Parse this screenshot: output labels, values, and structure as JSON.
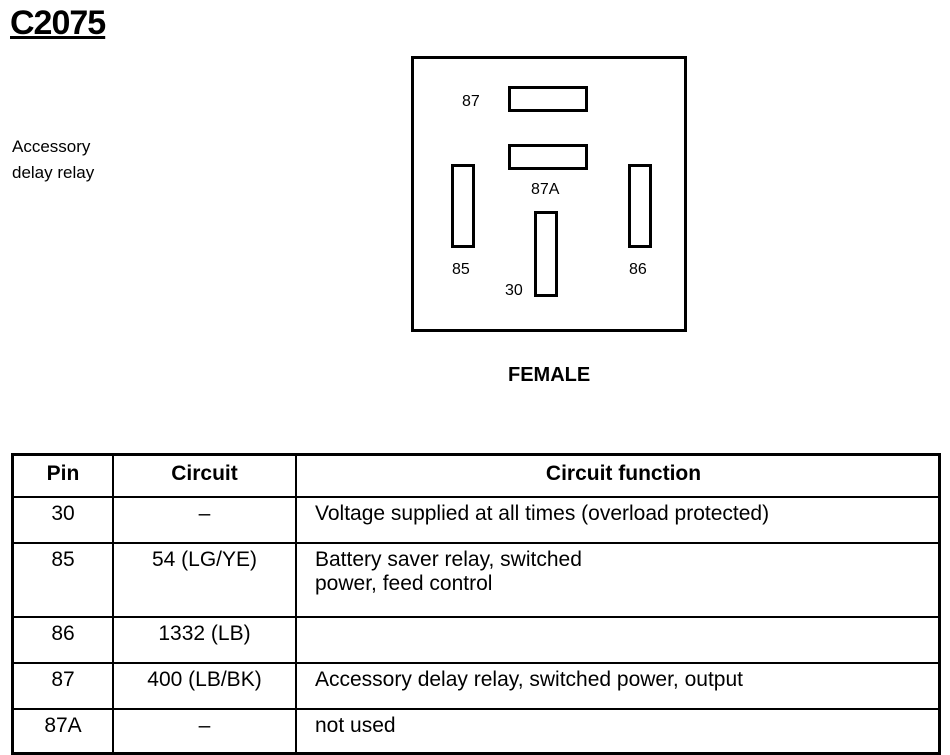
{
  "connector": {
    "id": "C2075",
    "description_lines": [
      "Accessory",
      "delay relay"
    ],
    "gender": "FEMALE",
    "pin_labels": {
      "p87": "87",
      "p87a": "87A",
      "p85": "85",
      "p86": "86",
      "p30": "30"
    }
  },
  "table": {
    "headers": {
      "pin": "Pin",
      "circuit": "Circuit",
      "function": "Circuit function"
    },
    "rows": [
      {
        "pin": "30",
        "circuit": "–",
        "function_lines": [
          "Voltage supplied at all times (overload protected)"
        ]
      },
      {
        "pin": "85",
        "circuit": "54 (LG/YE)",
        "function_lines": [
          "Battery saver relay, switched",
          "power, feed control"
        ]
      },
      {
        "pin": "86",
        "circuit": "1332 (LB)",
        "function_lines": [
          ""
        ]
      },
      {
        "pin": "87",
        "circuit": "400 (LB/BK)",
        "function_lines": [
          "Accessory delay relay, switched power, output"
        ]
      },
      {
        "pin": "87A",
        "circuit": "–",
        "function_lines": [
          "not used"
        ]
      }
    ]
  }
}
